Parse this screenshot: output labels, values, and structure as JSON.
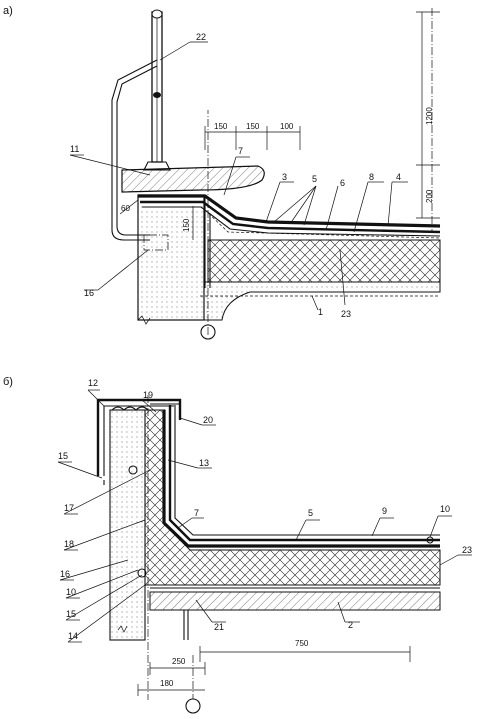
{
  "panels": {
    "a": "а)",
    "b": "б)"
  },
  "panel_a": {
    "labels": [
      "22",
      "11",
      "7",
      "3",
      "5",
      "6",
      "8",
      "4",
      "16",
      "1",
      "23"
    ],
    "dims": {
      "d150a": "150",
      "d150b": "150",
      "d100": "100",
      "d1200": "1200",
      "d200": "200",
      "d60": "60",
      "d150v": "150"
    }
  },
  "panel_b": {
    "labels": [
      "12",
      "19",
      "20",
      "15",
      "13",
      "17",
      "7",
      "5",
      "9",
      "10",
      "23",
      "18",
      "16",
      "10",
      "15",
      "14",
      "21",
      "2"
    ],
    "dims": {
      "d750": "750",
      "d250": "250",
      "d180": "180"
    }
  }
}
